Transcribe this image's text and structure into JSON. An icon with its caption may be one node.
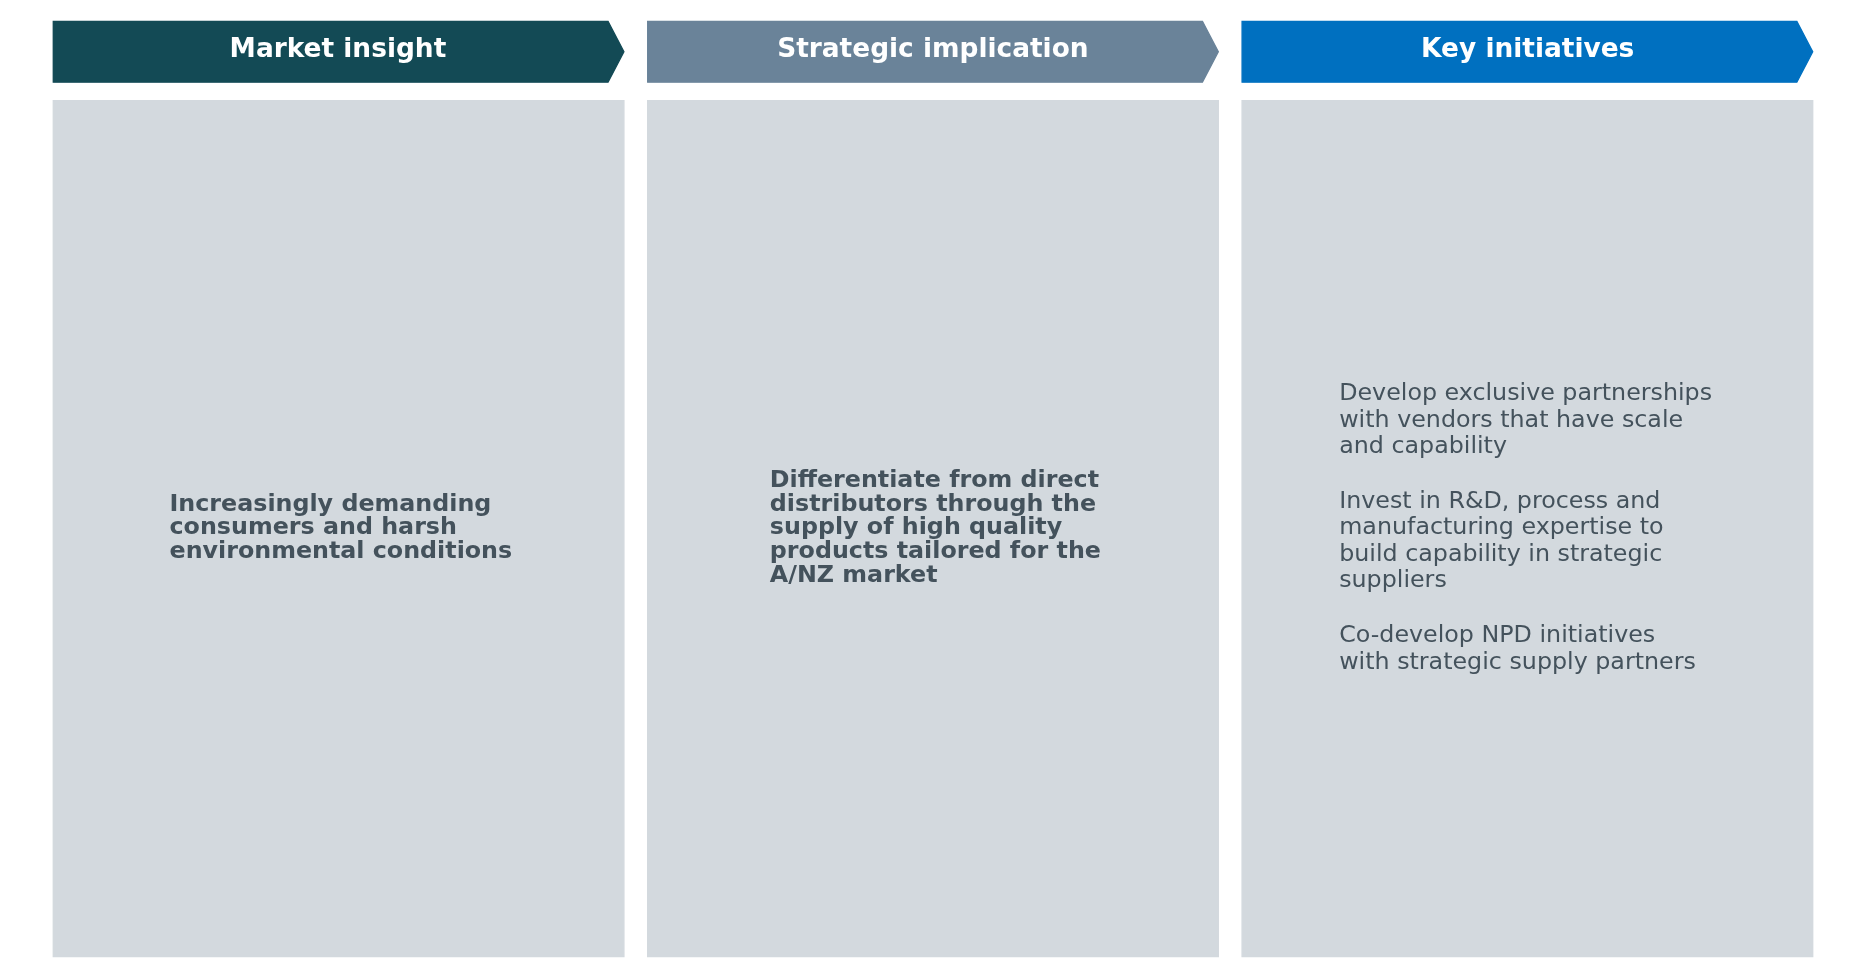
{
  "diagram": {
    "nodes": [
      {
        "text": [
          "Market insight"
        ]
      },
      {
        "text": [
          "Strategic implication"
        ]
      },
      {
        "text": [
          "Key initiatives"
        ]
      },
      {
        "text": [
          "Increasingly demanding consumers and harsh environmental conditions"
        ]
      },
      {
        "text": [
          "Differentiate from direct distributors through the supply of high quality products tailored for the A/NZ market"
        ]
      },
      {
        "text": [
          "Develop exclusive partnerships with vendors that have scale and capability",
          "Invest in R&D, process and manufacturing expertise to build capability in strategic suppliers",
          "Co-develop NPD initiatives with strategic supply partners"
        ]
      }
    ],
    "edges": []
  }
}
